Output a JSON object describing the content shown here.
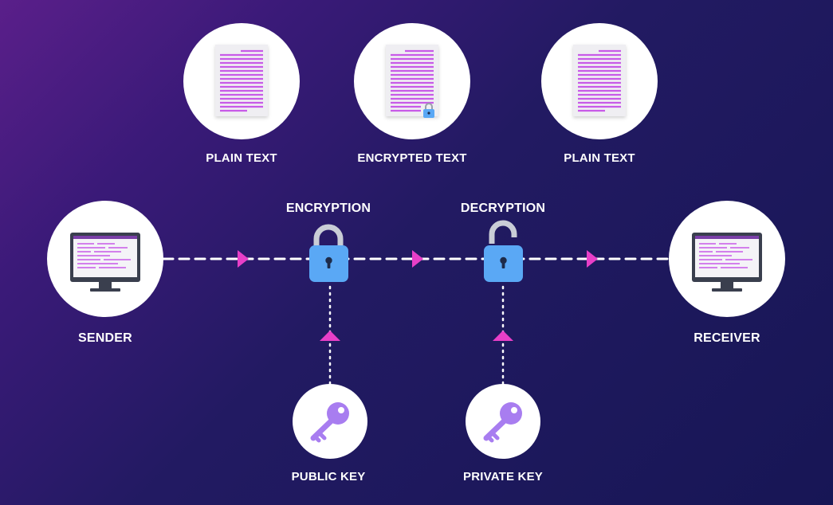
{
  "documents": [
    {
      "label": "PLAIN TEXT",
      "icon": "document-icon"
    },
    {
      "label": "ENCRYPTED TEXT",
      "icon": "encrypted-document-icon"
    },
    {
      "label": "PLAIN TEXT",
      "icon": "document-icon"
    }
  ],
  "stages": [
    {
      "label": "ENCRYPTION",
      "icon": "locked-padlock-icon"
    },
    {
      "label": "DECRYPTION",
      "icon": "unlocked-padlock-icon"
    }
  ],
  "endpoints": {
    "sender": {
      "label": "SENDER",
      "icon": "monitor-icon"
    },
    "receiver": {
      "label": "RECEIVER",
      "icon": "monitor-icon"
    }
  },
  "keys": [
    {
      "label": "PUBLIC KEY",
      "icon": "key-icon"
    },
    {
      "label": "PRIVATE KEY",
      "icon": "key-icon"
    }
  ],
  "colors": {
    "background_start": "#5a1f8a",
    "background_end": "#171655",
    "arrow": "#e83fc8",
    "lock_body": "#5aa8f5",
    "lock_shackle": "#c9cdd6",
    "key": "#a87df0",
    "text_lines": "#c85ae8",
    "circle": "#ffffff"
  }
}
